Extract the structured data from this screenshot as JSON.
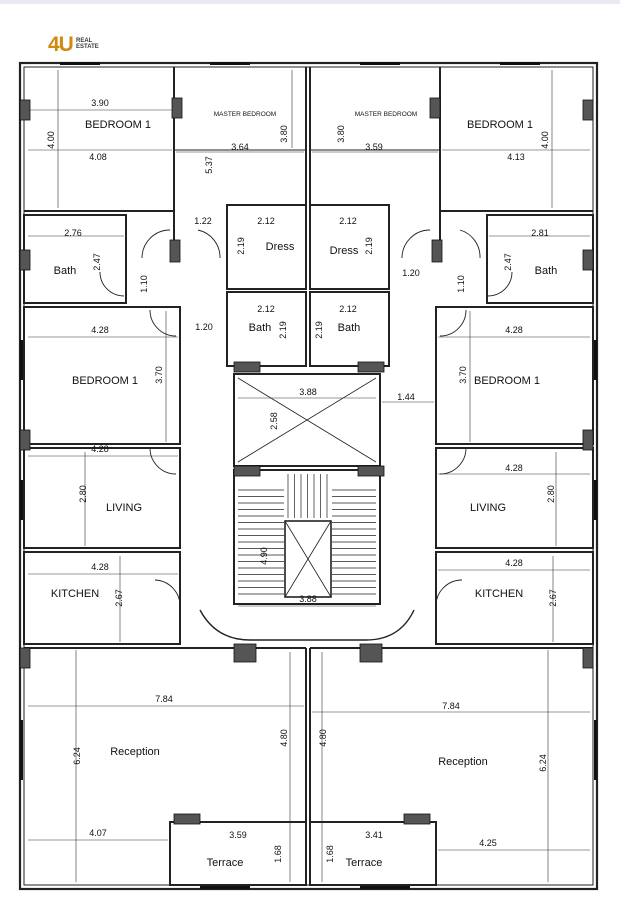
{
  "logo": {
    "mark": "4U",
    "line1": "REAL",
    "line2": "ESTATE"
  },
  "rooms": [
    {
      "key": "bed1-left",
      "label": "BEDROOM 1"
    },
    {
      "key": "bed1-right",
      "label": "BEDROOM 1"
    },
    {
      "key": "master-left",
      "label": "MASTER BEDROOM"
    },
    {
      "key": "master-right",
      "label": "MASTER BEDROOM"
    },
    {
      "key": "dress-left",
      "label": "Dress"
    },
    {
      "key": "dress-right",
      "label": "Dress"
    },
    {
      "key": "bath-left",
      "label": "Bath"
    },
    {
      "key": "bath-right",
      "label": "Bath"
    },
    {
      "key": "bath-center-left",
      "label": "Bath"
    },
    {
      "key": "bath-center-right",
      "label": "Bath"
    },
    {
      "key": "bed2-left",
      "label": "BEDROOM 1"
    },
    {
      "key": "bed2-right",
      "label": "BEDROOM 1"
    },
    {
      "key": "living-left",
      "label": "LIVING"
    },
    {
      "key": "living-right",
      "label": "LIVING"
    },
    {
      "key": "kitchen-left",
      "label": "KITCHEN"
    },
    {
      "key": "kitchen-right",
      "label": "KITCHEN"
    },
    {
      "key": "reception-left",
      "label": "Reception"
    },
    {
      "key": "reception-right",
      "label": "Reception"
    },
    {
      "key": "terrace-left",
      "label": "Terrace"
    },
    {
      "key": "terrace-right",
      "label": "Terrace"
    }
  ],
  "dimensions": [
    "3.90",
    "4.00",
    "4.08",
    "3.64",
    "3.80",
    "5.37",
    "3.80",
    "3.59",
    "4.13",
    "4.00",
    "2.12",
    "2.12",
    "2.19",
    "2.19",
    "1.22",
    "2.76",
    "2.47",
    "1.10",
    "2.81",
    "2.47",
    "1.10",
    "1.20",
    "2.12",
    "2.12",
    "2.19",
    "2.19",
    "4.28",
    "1.20",
    "3.70",
    "4.28",
    "3.70",
    "3.88",
    "2.58",
    "1.44",
    "4.28",
    "2.80",
    "4.28",
    "2.80",
    "4.90",
    "4.28",
    "2.67",
    "4.28",
    "2.67",
    "3.88",
    "7.84",
    "7.84",
    "4.80",
    "4.80",
    "6.24",
    "6.24",
    "4.07",
    "4.25",
    "3.59",
    "3.41",
    "1.68",
    "1.68"
  ]
}
